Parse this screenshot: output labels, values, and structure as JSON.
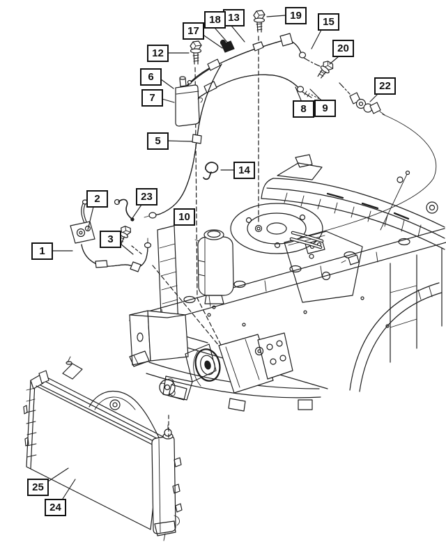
{
  "diagram": {
    "kind": "parts-callout-diagram",
    "colors": {
      "background": "#ffffff",
      "line": "#1c1c1c"
    },
    "callouts": [
      {
        "label": "1"
      },
      {
        "label": "2"
      },
      {
        "label": "3"
      },
      {
        "label": "5"
      },
      {
        "label": "6"
      },
      {
        "label": "7"
      },
      {
        "label": "8"
      },
      {
        "label": "9"
      },
      {
        "label": "10"
      },
      {
        "label": "12"
      },
      {
        "label": "13"
      },
      {
        "label": "14"
      },
      {
        "label": "15"
      },
      {
        "label": "17"
      },
      {
        "label": "18"
      },
      {
        "label": "19"
      },
      {
        "label": "20"
      },
      {
        "label": "22"
      },
      {
        "label": "23"
      },
      {
        "label": "24"
      },
      {
        "label": "25"
      }
    ]
  }
}
